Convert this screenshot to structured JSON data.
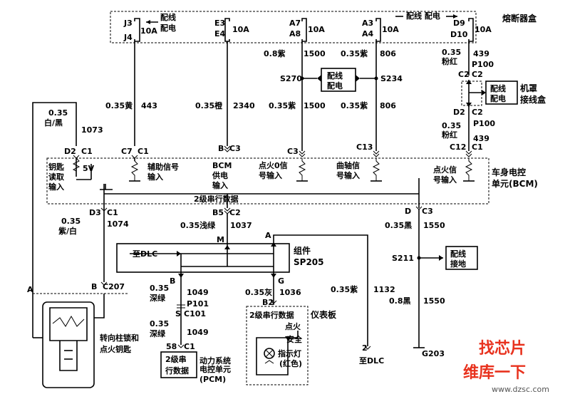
{
  "fuse_box": {
    "title": "熔断器盒",
    "fuses": [
      {
        "pins": [
          "J3",
          "J4"
        ],
        "rating": "10A"
      },
      {
        "pins": [
          "E3",
          "E4"
        ],
        "rating": "10A"
      },
      {
        "pins": [
          "A7",
          "A8"
        ],
        "rating": "10A"
      },
      {
        "pins": [
          "A3",
          "A4"
        ],
        "rating": "10A"
      },
      {
        "pins": [
          "D9",
          "D10"
        ],
        "rating": "10A"
      }
    ],
    "relay_label_1": [
      "配线",
      "配电"
    ],
    "relay_label_2": "配线 配电"
  },
  "splice_box": {
    "label": [
      "配线",
      "配电"
    ],
    "left": "S270",
    "right": "S234"
  },
  "hood_box": {
    "title": [
      "机罩",
      "接线盒"
    ],
    "label": [
      "配线",
      "配电"
    ]
  },
  "wires": {
    "w443": [
      "0.35黄",
      "443"
    ],
    "w2340": [
      "0.35橙",
      "2340"
    ],
    "w1500_top": [
      "0.8紫",
      "1500"
    ],
    "w1500": [
      "0.35紫",
      "1500"
    ],
    "w806_top": [
      "0.35紫",
      "806"
    ],
    "w806": [
      "0.35紫",
      "806"
    ],
    "w439_top": [
      "0.35",
      "粉红",
      "439",
      "P100"
    ],
    "w439": [
      "0.35",
      "粉红",
      "439"
    ],
    "w1073": [
      "0.35",
      "白/黑",
      "1073"
    ],
    "w1074": [
      "0.35",
      "紫/白",
      "1074"
    ],
    "w1037": [
      "0.35浅绿",
      "1037"
    ],
    "w1550_top": [
      "0.35黑",
      "1550"
    ],
    "w1550": [
      "0.8黑",
      "1550"
    ],
    "w1049_a": [
      "0.35",
      "深绿",
      "1049"
    ],
    "w1049_b": [
      "0.35",
      "深绿",
      "1049"
    ],
    "w1036": [
      "0.35灰",
      "1036"
    ],
    "w1132": [
      "0.35紫",
      "1132"
    ]
  },
  "connectors": {
    "c2c2_a": [
      "C2",
      "C2"
    ],
    "d2c2": [
      "D2",
      "C2"
    ],
    "p100": "P100",
    "d2c1": [
      "D2",
      "C1"
    ],
    "c7c1": [
      "C7",
      "C1"
    ],
    "bc3": [
      "B",
      "C3"
    ],
    "c3": "C3",
    "c13": "C13",
    "c12c1": [
      "C12",
      "C1"
    ],
    "d3c1": [
      "D3",
      "C1"
    ],
    "b5c2": [
      "B5",
      "C2"
    ],
    "dc3": [
      "D",
      "C3"
    ],
    "m": "M",
    "a_sp": "A",
    "b_sp": "B",
    "g_sp": "G",
    "bc207": [
      "B",
      "C207"
    ],
    "a_left": "A",
    "p101": "P101",
    "c101": "C101",
    "s_c101": "S",
    "c58": [
      "58",
      "C1"
    ],
    "b2": "B2",
    "dlc2": "2",
    "s211": "S211",
    "g203": "G203"
  },
  "bcm": {
    "title": [
      "车身电控",
      "单元(BCM)"
    ],
    "key_input": [
      "钥匙",
      "读取",
      "输入"
    ],
    "v5": "5V",
    "aux_input": [
      "辅助信号",
      "输入"
    ],
    "bcm_supply": [
      "BCM",
      "供电",
      "输入"
    ],
    "ign0_input": [
      "点火0信",
      "号输入"
    ],
    "crank_input": [
      "曲轴信",
      "号输入"
    ],
    "ign_input": [
      "点火信",
      "号输入"
    ],
    "serial": "2级串行数据"
  },
  "splice_pack": {
    "title": [
      "组件",
      "SP205"
    ],
    "to_dlc": "至DLC"
  },
  "ground_box": {
    "label": [
      "配线",
      "接地"
    ]
  },
  "ignition_switch": [
    "转向柱锁和",
    "点火钥匙"
  ],
  "pcm": {
    "box": [
      "2级串",
      "行数据"
    ],
    "label": [
      "动力系统",
      "电控单元",
      "(PCM)"
    ]
  },
  "cluster": {
    "title": "仪表板",
    "serial": "2级串行数据",
    "ign": "点火",
    "safety": "安全",
    "lamp": [
      "指示灯",
      "(红色)"
    ]
  },
  "to_dlc_bottom": "至DLC",
  "watermark": {
    "text1": "找芯片",
    "text2": "维库一下",
    "url": "www.dzsc.com"
  }
}
